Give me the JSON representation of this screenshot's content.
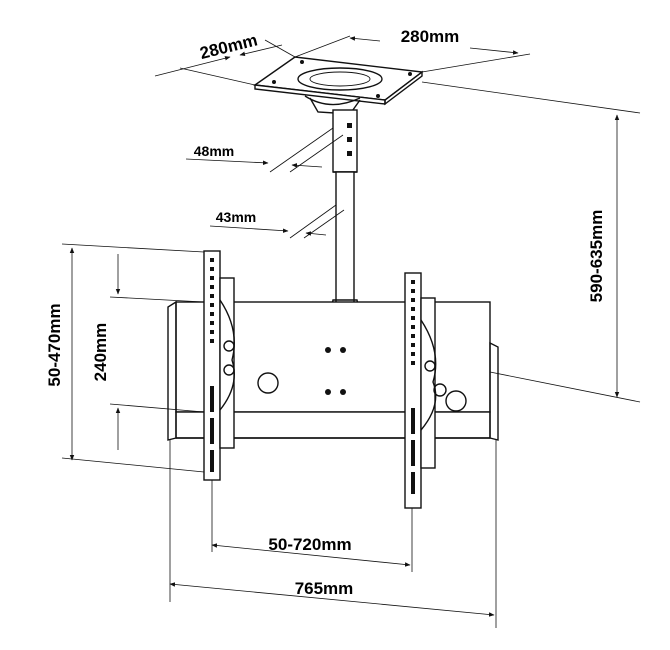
{
  "labels": {
    "plate_width": "280mm",
    "plate_depth": "280mm",
    "pole_outer": "48mm",
    "pole_inner": "43mm",
    "drop_range": "590-635mm",
    "bracket_height_range": "50-470mm",
    "bracket_height": "240mm",
    "arm_spacing": "50-720mm",
    "plate_width_total": "765mm"
  },
  "colors": {
    "line": "#111111",
    "background": "#ffffff"
  }
}
